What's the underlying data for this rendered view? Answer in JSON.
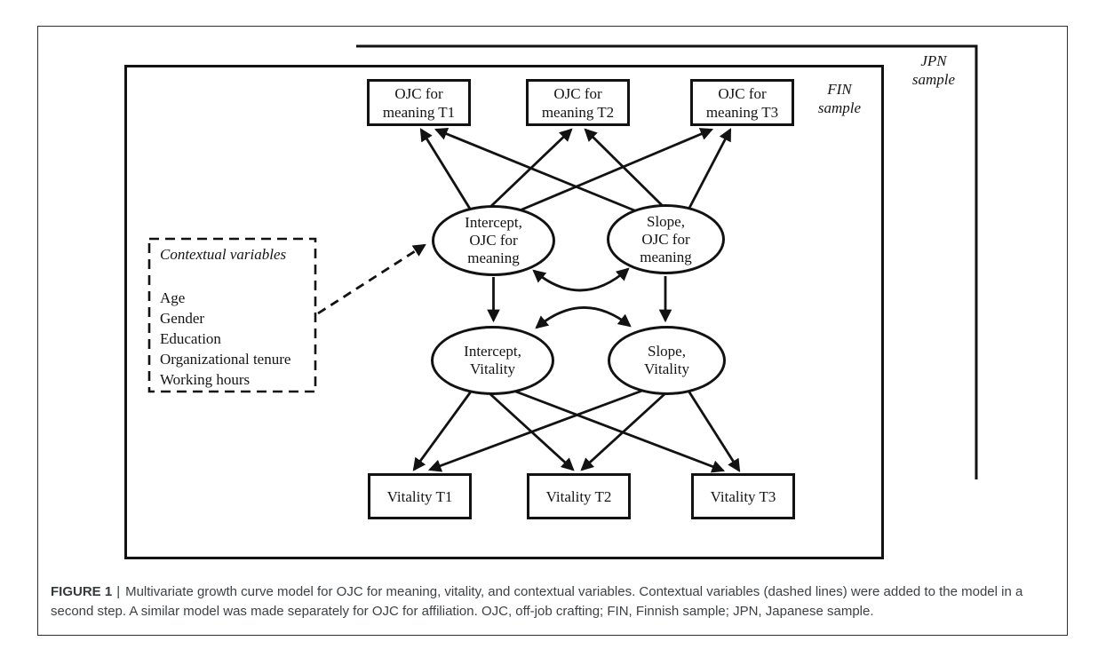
{
  "diagram": {
    "jpn_sample_label": "JPN\nsample",
    "fin_sample_label": "FIN\nsample",
    "meaning_indicators": [
      "OJC for\nmeaning T1",
      "OJC for\nmeaning T2",
      "OJC for\nmeaning T3"
    ],
    "meaning_latents": [
      "Intercept,\nOJC for\nmeaning",
      "Slope,\nOJC for\nmeaning"
    ],
    "vitality_latents": [
      "Intercept,\nVitality",
      "Slope,\nVitality"
    ],
    "vitality_indicators": [
      "Vitality T1",
      "Vitality T2",
      "Vitality T3"
    ],
    "contextual_box": {
      "title": "Contextual variables",
      "items": [
        "Age",
        "Gender",
        "Education",
        "Organizational tenure",
        "Working hours"
      ]
    },
    "colors": {
      "diagram_line": "#121212",
      "caption_text": "#3c4145"
    }
  },
  "caption": {
    "label": "FIGURE 1",
    "separator": "|",
    "text": "Multivariate growth curve model for OJC for meaning, vitality, and contextual variables. Contextual variables (dashed lines) were added to the model in a second step. A similar model was made separately for OJC for affiliation. OJC, off-job crafting; FIN, Finnish sample; JPN, Japanese sample."
  }
}
